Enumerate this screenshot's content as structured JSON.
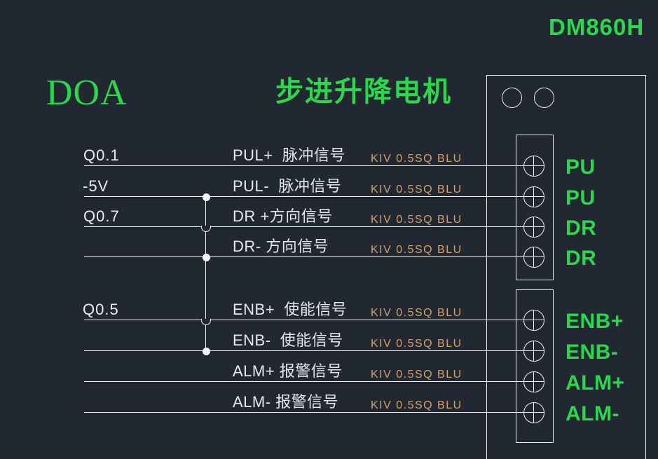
{
  "header": {
    "model": "DM860H",
    "tag": "DOA",
    "title": "步进升降电机"
  },
  "colors": {
    "background": "#222831",
    "green": "#2bd84b",
    "wire": "#eef1f4",
    "label_white": "#e9edf2",
    "wire_spec_tan": "#d2a06e"
  },
  "rows": [
    {
      "left_label": "Q0.1",
      "signal": "PUL+  脉冲信号",
      "wire_spec": "KIV 0.5SQ BLU",
      "terminal": "PU"
    },
    {
      "left_label": "-5V",
      "signal": "PUL-  脉冲信号",
      "wire_spec": "KIV 0.5SQ BLU",
      "terminal": "PU"
    },
    {
      "left_label": "Q0.7",
      "signal": "DR +方向信号",
      "wire_spec": "KIV 0.5SQ BLU",
      "terminal": "DR"
    },
    {
      "left_label": "",
      "signal": "DR- 方向信号",
      "wire_spec": "KIV 0.5SQ BLU",
      "terminal": "DR"
    },
    {
      "left_label": "Q0.5",
      "signal": "ENB+  使能信号",
      "wire_spec": "KIV 0.5SQ BLU",
      "terminal": "ENB+"
    },
    {
      "left_label": "",
      "signal": "ENB-  使能信号",
      "wire_spec": "KIV 0.5SQ BLU",
      "terminal": "ENB-"
    },
    {
      "left_label": "",
      "signal": "ALM+ 报警信号",
      "wire_spec": "KIV 0.5SQ BLU",
      "terminal": "ALM+"
    },
    {
      "left_label": "",
      "signal": "ALM- 报警信号",
      "wire_spec": "KIV 0.5SQ BLU",
      "terminal": "ALM-"
    }
  ]
}
